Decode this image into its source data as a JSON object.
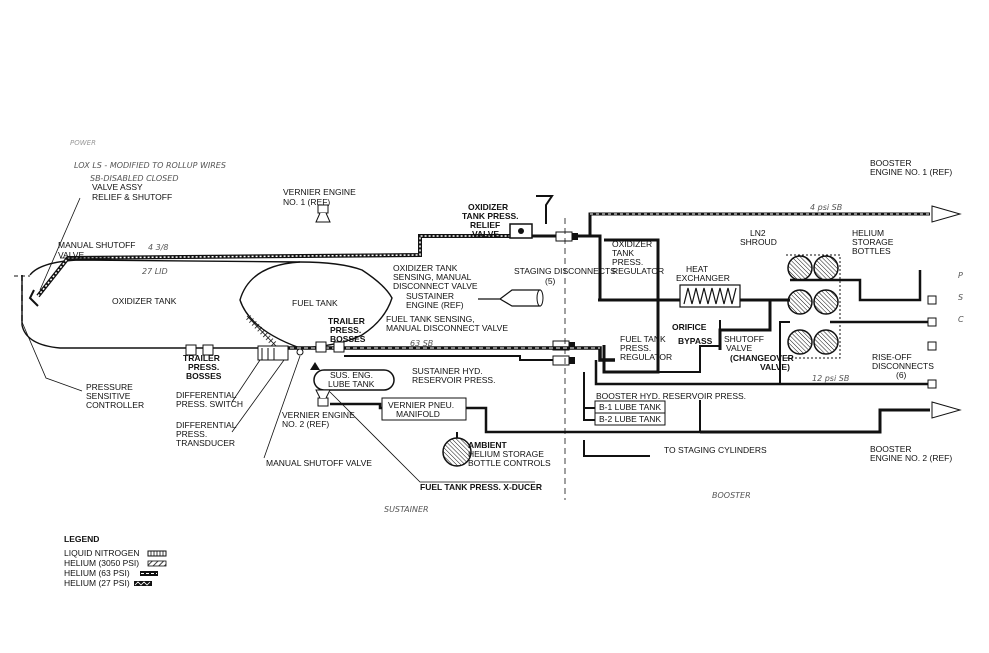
{
  "labels": {
    "valve_assy": "VALVE ASSY",
    "relief_shutoff": "RELIEF & SHUTOFF",
    "manual_shutoff_valve_top": "MANUAL SHUTOFF",
    "valve_word": "VALVE",
    "oxidizer_tank": "OXIDIZER TANK",
    "fuel_tank": "FUEL TANK",
    "vernier_engine_1_a": "VERNIER ENGINE",
    "vernier_engine_1_b": "NO. 1 (REF)",
    "ox_tank_press_relief_a": "OXIDIZER",
    "ox_tank_press_relief_b": "TANK PRESS.",
    "ox_tank_press_relief_c": "RELIEF",
    "ox_tank_press_relief_d": "VALVE",
    "ox_sensing_a": "OXIDIZER TANK",
    "ox_sensing_b": "SENSING, MANUAL",
    "ox_sensing_c": "DISCONNECT VALVE",
    "staging_disconnects": "STAGING DISCONNECTS",
    "staging_disconnects_count": "(5)",
    "ox_regulator_a": "OXIDIZER",
    "ox_regulator_b": "TANK",
    "ox_regulator_c": "PRESS.",
    "ox_regulator_d": "REGULATOR",
    "sustainer_engine_a": "SUSTAINER",
    "sustainer_engine_b": "ENGINE (REF)",
    "trailer_press_bosses_1a": "TRAILER",
    "trailer_press_bosses_1b": "PRESS.",
    "trailer_press_bosses_1c": "BOSSES",
    "fuel_sensing_a": "FUEL TANK SENSING,",
    "fuel_sensing_b": "MANUAL DISCONNECT VALVE",
    "trailer_press_bosses_2a": "TRAILER",
    "trailer_press_bosses_2b": "PRESS.",
    "trailer_press_bosses_2c": "BOSSES",
    "sus_eng_lube_a": "SUS. ENG.",
    "sus_eng_lube_b": "LUBE TANK",
    "sustainer_hyd_a": "SUSTAINER HYD.",
    "sustainer_hyd_b": "RESERVOIR PRESS.",
    "pressure_controller_a": "PRESSURE",
    "pressure_controller_b": "SENSITIVE",
    "pressure_controller_c": "CONTROLLER",
    "diff_switch_a": "DIFFERENTIAL",
    "diff_switch_b": "PRESS. SWITCH",
    "diff_transducer_a": "DIFFERENTIAL",
    "diff_transducer_b": "PRESS.",
    "diff_transducer_c": "TRANSDUCER",
    "vernier_engine_2_a": "VERNIER ENGINE",
    "vernier_engine_2_b": "NO. 2 (REF)",
    "vernier_manifold_a": "VERNIER PNEU.",
    "vernier_manifold_b": "MANIFOLD",
    "manual_shutoff_valve_bottom": "MANUAL SHUTOFF VALVE",
    "ambient_a": "AMBIENT",
    "ambient_b": "HELIUM STORAGE",
    "ambient_c": "BOTTLE CONTROLS",
    "fuel_tank_press_xducer": "FUEL TANK PRESS. X-DUCER",
    "heat_exchanger_a": "HEAT",
    "heat_exchanger_b": "EXCHANGER",
    "ln2_shroud_a": "LN2",
    "ln2_shroud_b": "SHROUD",
    "helium_bottles_a": "HELIUM",
    "helium_bottles_b": "STORAGE",
    "helium_bottles_c": "BOTTLES",
    "orifice": "ORIFICE",
    "bypass": "BYPASS",
    "fuel_regulator_a": "FUEL TANK",
    "fuel_regulator_b": "PRESS.",
    "fuel_regulator_c": "REGULATOR",
    "shutoff_valve_a": "SHUTOFF",
    "shutoff_valve_b": "VALVE",
    "changeover_a": "(CHANGEOVER",
    "changeover_b": "VALVE)",
    "booster_engine_1_a": "BOOSTER",
    "booster_engine_1_b": "ENGINE NO. 1 (REF)",
    "rise_off_a": "RISE-OFF",
    "rise_off_b": "DISCONNECTS",
    "rise_off_c": "(6)",
    "booster_hyd": "BOOSTER HYD. RESERVOIR PRESS.",
    "b1_lube": "B-1 LUBE TANK",
    "b2_lube": "B-2 LUBE TANK",
    "to_staging_cylinders": "TO STAGING CYLINDERS",
    "booster_engine_2_a": "BOOSTER",
    "booster_engine_2_b": "ENGINE NO. 2 (REF)"
  },
  "handwritten": {
    "power": "POWER",
    "lox_note": "LOX LS - MODIFIED TO ROLLUP WIRES",
    "sb_disabled": "SB-DISABLED CLOSED",
    "n4_318": "4 3/8",
    "n27_lid": "27 LID",
    "n4_psi_sb": "4 psi SB",
    "n63_sb": "63 SB",
    "n12_psi_sb": "12 psi SB",
    "sustainer": "SUSTAINER",
    "booster": "BOOSTER",
    "psc": [
      "P",
      "S",
      "C"
    ]
  },
  "legend": {
    "title": "LEGEND",
    "items": [
      {
        "label": "LIQUID NITROGEN",
        "pattern": "ladder"
      },
      {
        "label": "HELIUM (3050 PSI)",
        "pattern": "hatch"
      },
      {
        "label": "HELIUM (63 PSI)",
        "pattern": "dashes"
      },
      {
        "label": "HELIUM (27 PSI)",
        "pattern": "zigzag"
      }
    ]
  },
  "colors": {
    "ink": "#111111",
    "pencil": "#8a8a8a",
    "paper": "#ffffff"
  }
}
